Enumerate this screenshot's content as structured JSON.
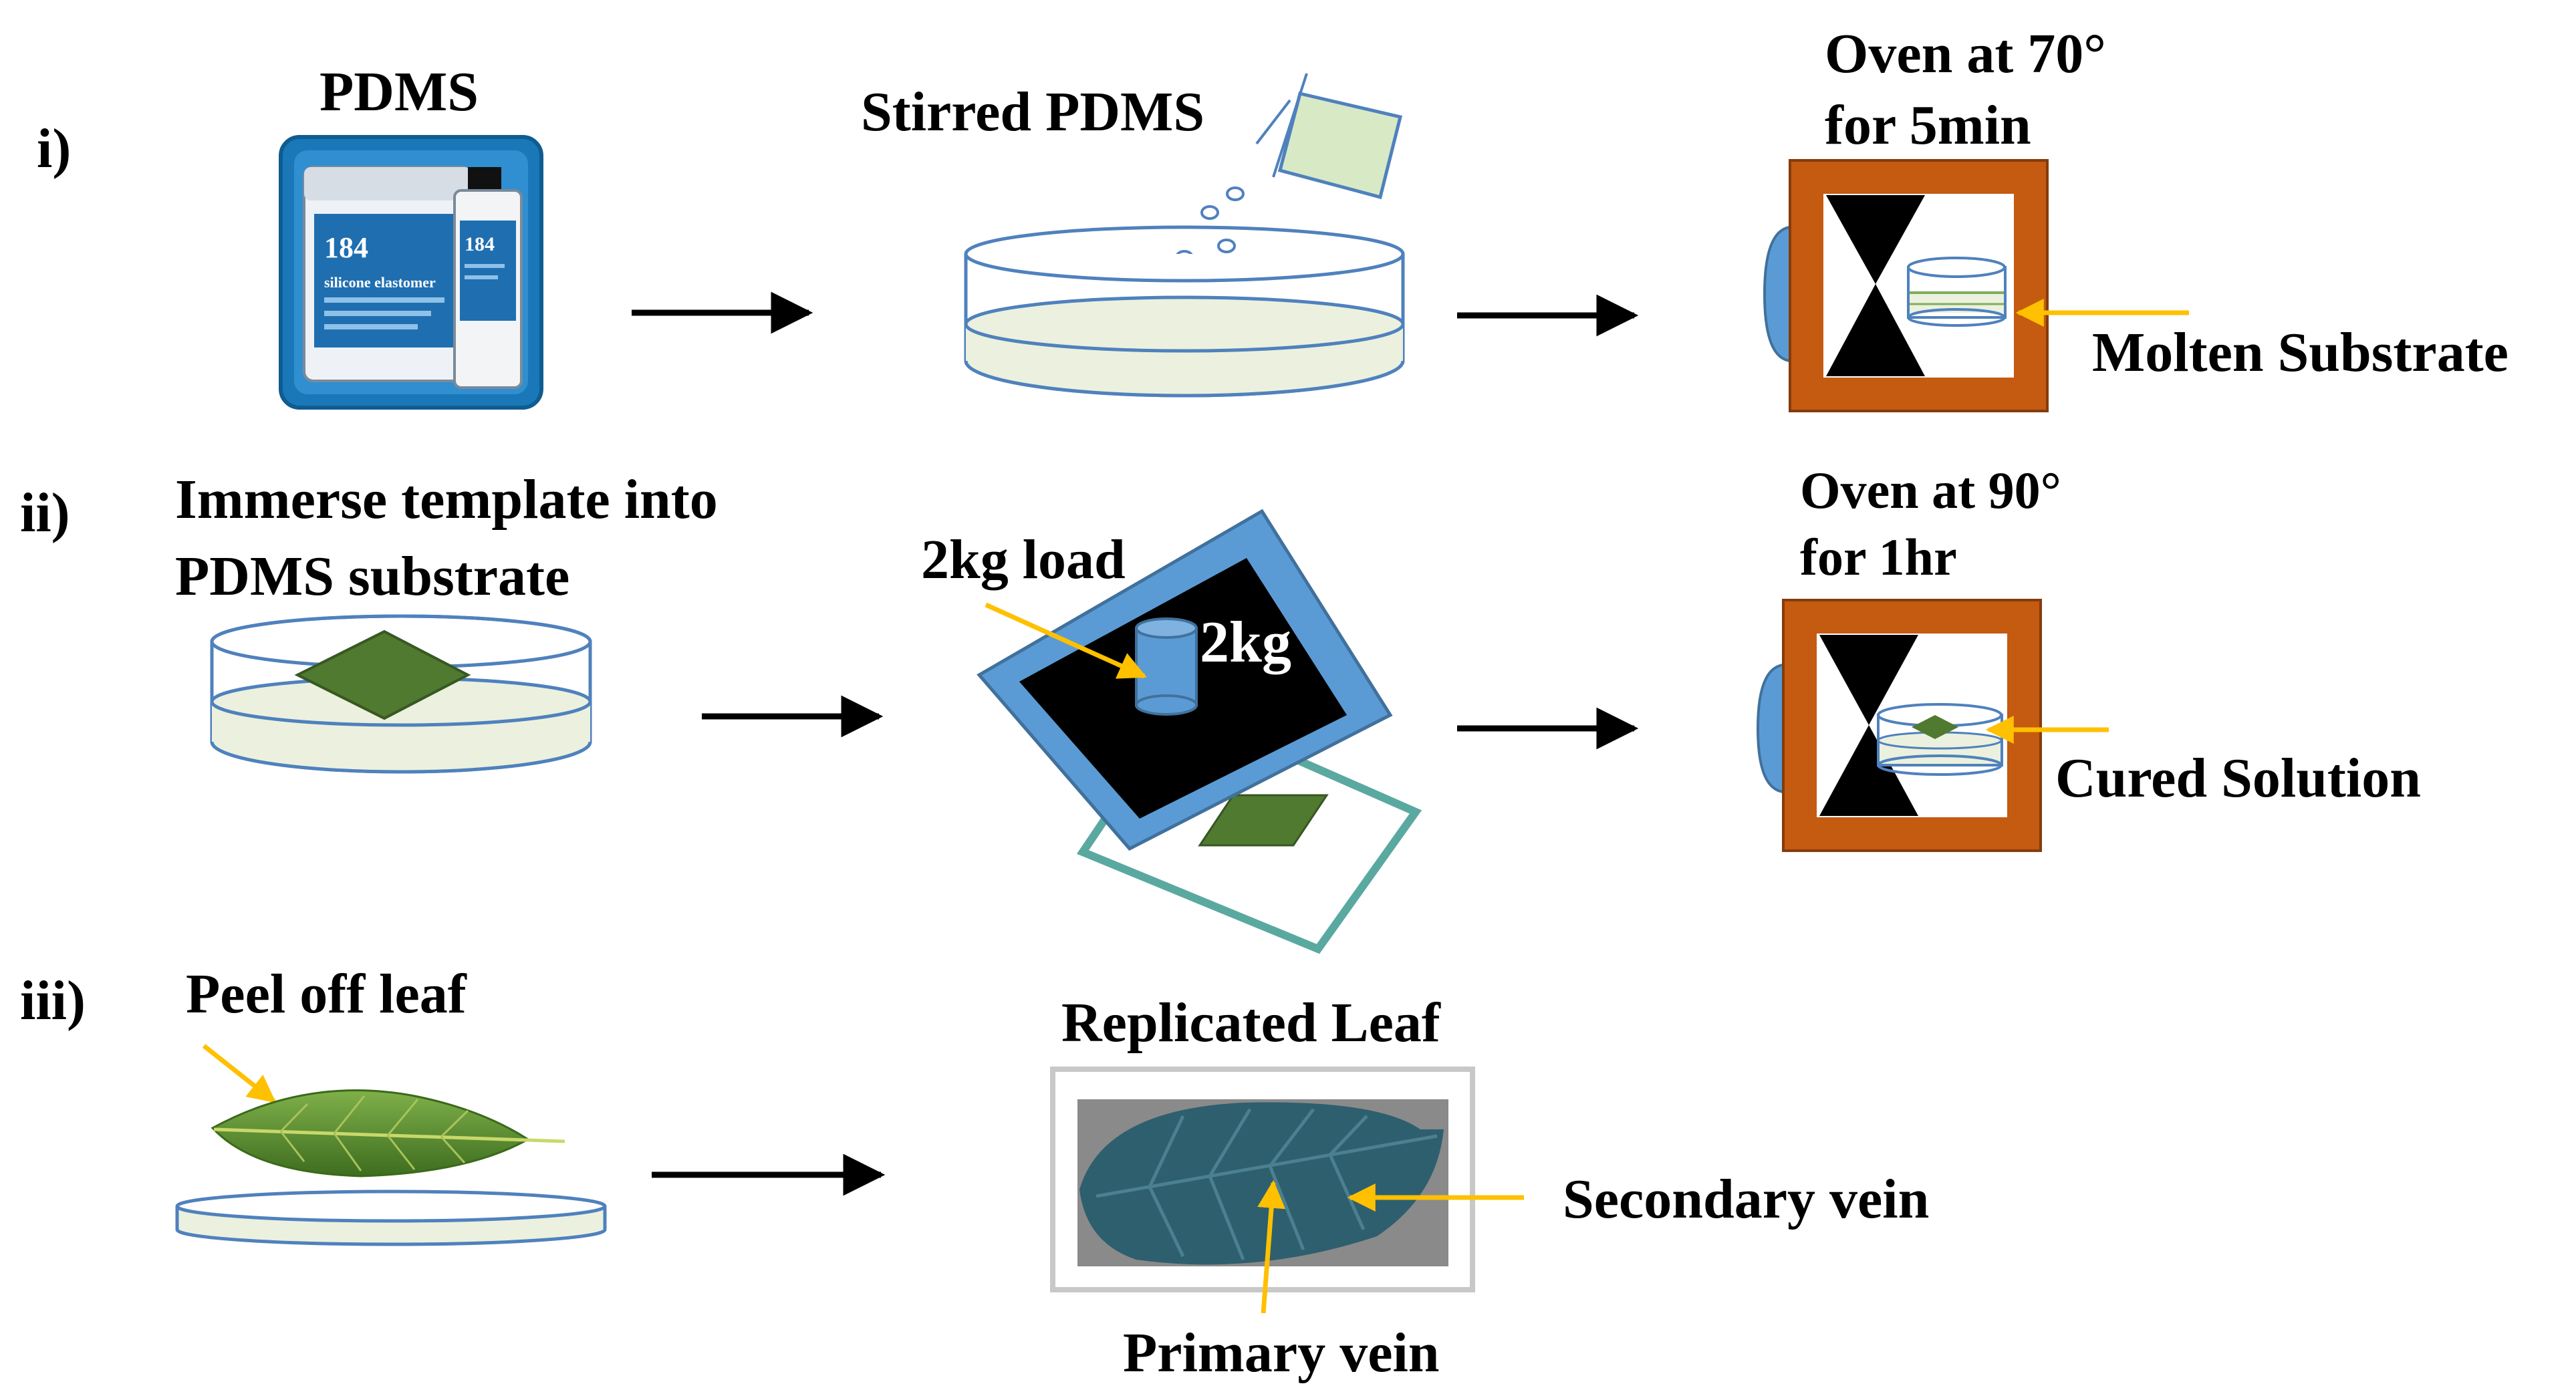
{
  "rows": {
    "i": {
      "label": "i)",
      "pdms_title": "PDMS",
      "jar_brand": "184",
      "jar_text": "silicone elastomer",
      "bottle_brand": "184",
      "stirred_label": "Stirred PDMS",
      "oven_label_1": "Oven at 70°",
      "oven_label_2": "for 5min",
      "oven_annotation": "Molten Substrate"
    },
    "ii": {
      "label": "ii)",
      "immerse_label_1": "Immerse template into",
      "immerse_label_2": "PDMS substrate",
      "load_label": "2kg load",
      "weight_label": "2kg",
      "oven_label_1": "Oven at 90°",
      "oven_label_2": "for 1hr",
      "oven_annotation": "Cured Solution"
    },
    "iii": {
      "label": "iii)",
      "peel_label": "Peel off leaf",
      "replicated_label": "Replicated Leaf",
      "secondary_label": "Secondary vein",
      "primary_label": "Primary vein"
    }
  },
  "colors": {
    "oven_frame": "#c55a11",
    "oven_knob": "#5b9bd5",
    "dish_outline": "#4f81bd",
    "dish_fill": "#ebf1de",
    "leaf_template": "#4f7a2f",
    "arrow_annotation": "#ffc000",
    "press_frame": "#5b9bd5",
    "replica_leaf": "#2e5f6e"
  }
}
